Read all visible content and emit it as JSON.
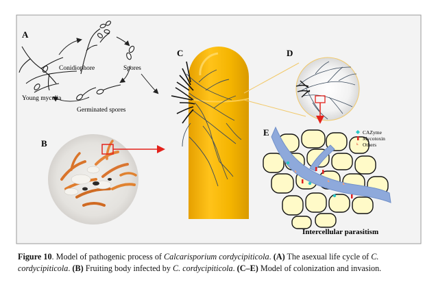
{
  "figure": {
    "panels": {
      "a": {
        "letter": "A",
        "conidiophore": "Conidiophore",
        "spores": "Spores",
        "young_mycelia": "Young mycelia",
        "germinated_spores": "Germinated spores"
      },
      "b": {
        "letter": "B"
      },
      "c": {
        "letter": "C"
      },
      "d": {
        "letter": "D"
      },
      "e": {
        "letter": "E",
        "caption": "Intercellular parasitism",
        "legend": {
          "cazyme": "CAZyme",
          "mycotoxin": "Mycotoxin",
          "others": "Others"
        }
      }
    },
    "colors": {
      "frame": "#f3f3f3",
      "cylinder": "#f4b400",
      "cylinder_shade": "#d99a00",
      "cell": "#fffac8",
      "hypha_blue": "#8ea9db",
      "arrow_red": "#e3221b",
      "cazyme": "#26c6c6",
      "mycotoxin": "#e02020",
      "others": "#f2a07b"
    }
  },
  "caption": {
    "label": "Figure 10",
    "text_1": ". Model of pathogenic process of ",
    "species": "Calcarisporium cordycipiticola",
    "text_2": ". ",
    "a_ref": "(A)",
    "text_3": " The asexual life cycle of ",
    "species_short_1": "C. cordycipiticola",
    "text_4": ". ",
    "b_ref": "(B)",
    "text_5": " Fruiting body infected by ",
    "species_short_2": "C. cordycipiticola",
    "text_6": ". ",
    "ce_ref": "(C–E)",
    "text_7": " Model of colonization and invasion."
  }
}
